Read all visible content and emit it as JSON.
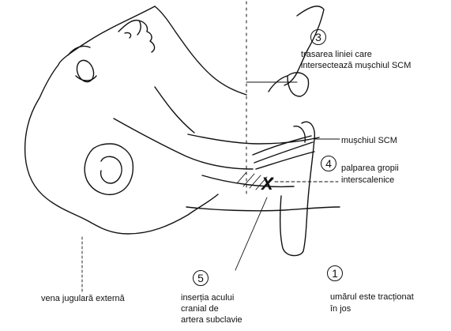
{
  "steps": [
    {
      "number": "3",
      "lines": [
        "trasarea liniei care",
        "intersectează mușchiul SCM"
      ]
    },
    {
      "number": "4",
      "lines": [
        "palparea gropii",
        "interscalenice"
      ]
    },
    {
      "number": "5",
      "lines": [
        "inserția acului",
        "cranial de",
        "artera subclavie"
      ]
    },
    {
      "number": "1",
      "lines": [
        "umărul este tracționat",
        "în jos"
      ]
    }
  ],
  "labels": {
    "scm_muscle": "mușchiul SCM",
    "external_jugular": "vena jugulară externă"
  },
  "marker": "X"
}
